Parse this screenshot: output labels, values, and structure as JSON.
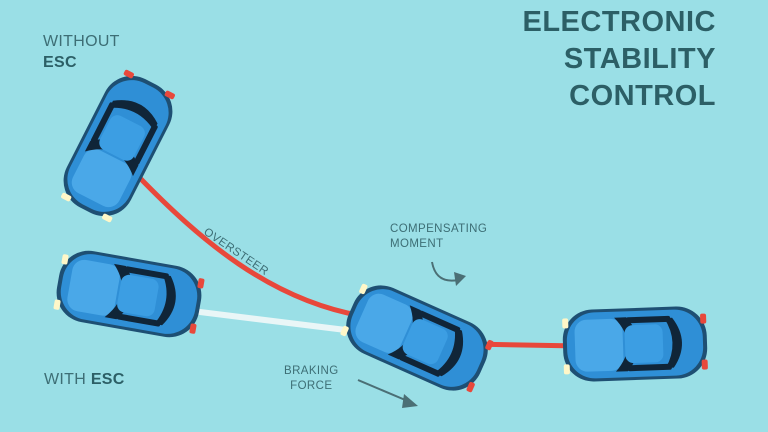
{
  "title": {
    "line1": "ELECTRONIC",
    "line2": "STABILITY",
    "line3": "CONTROL"
  },
  "labels": {
    "without_prefix": "WITHOUT",
    "without_esc": "ESC",
    "with_prefix": "WITH",
    "with_esc": "ESC",
    "oversteer": "OVERSTEER",
    "compensating_line1": "COMPENSATING",
    "compensating_line2": "MOMENT",
    "braking_line1": "BRAKING",
    "braking_line2": "FORCE"
  },
  "colors": {
    "background": "#9adfe6",
    "car_body": "#2f8fd6",
    "oversteer_path": "#e8483b",
    "esc_path": "#e9f6f7",
    "text": "#3d6e75"
  }
}
